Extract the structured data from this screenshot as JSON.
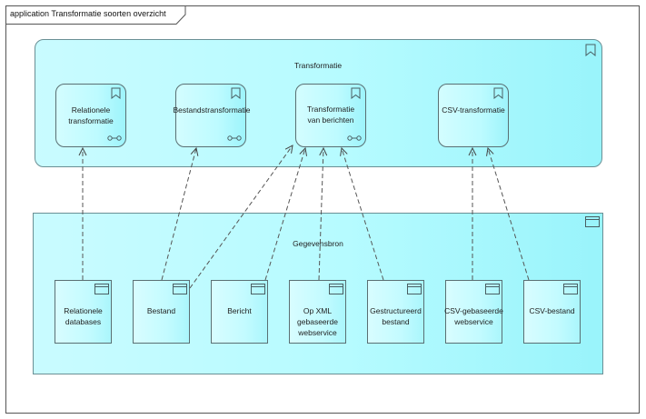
{
  "diagram": {
    "title": "application Transformatie soorten overzicht",
    "transformation_group": {
      "label": "Transformatie",
      "services": [
        {
          "label_lines": [
            "Relationele",
            "transformatie"
          ]
        },
        {
          "label_lines": [
            "Bestandstransformatie"
          ]
        },
        {
          "label_lines": [
            "Transformatie",
            "van berichten"
          ]
        },
        {
          "label_lines": [
            "CSV-transformatie"
          ]
        }
      ]
    },
    "data_group": {
      "label": "Gegevensbron",
      "components": [
        {
          "label_lines": [
            "Relationele",
            "databases"
          ]
        },
        {
          "label_lines": [
            "Bestand"
          ]
        },
        {
          "label_lines": [
            "Bericht"
          ]
        },
        {
          "label_lines": [
            "Op XML",
            "gebaseerde",
            "webservice"
          ]
        },
        {
          "label_lines": [
            "Gestructureerd",
            "bestand"
          ]
        },
        {
          "label_lines": [
            "CSV-gebaseerde",
            "webservice"
          ]
        },
        {
          "label_lines": [
            "CSV-bestand"
          ]
        }
      ]
    },
    "icons": {
      "group_icon": "bookmark-icon",
      "service_icon": "bookmark-icon",
      "service_connector": "service-link-icon",
      "component_icon": "window-icon"
    },
    "colors": {
      "fill_light": "#c9fbff",
      "fill_dark": "#99f4fb",
      "stroke": "#5a6f73"
    }
  }
}
